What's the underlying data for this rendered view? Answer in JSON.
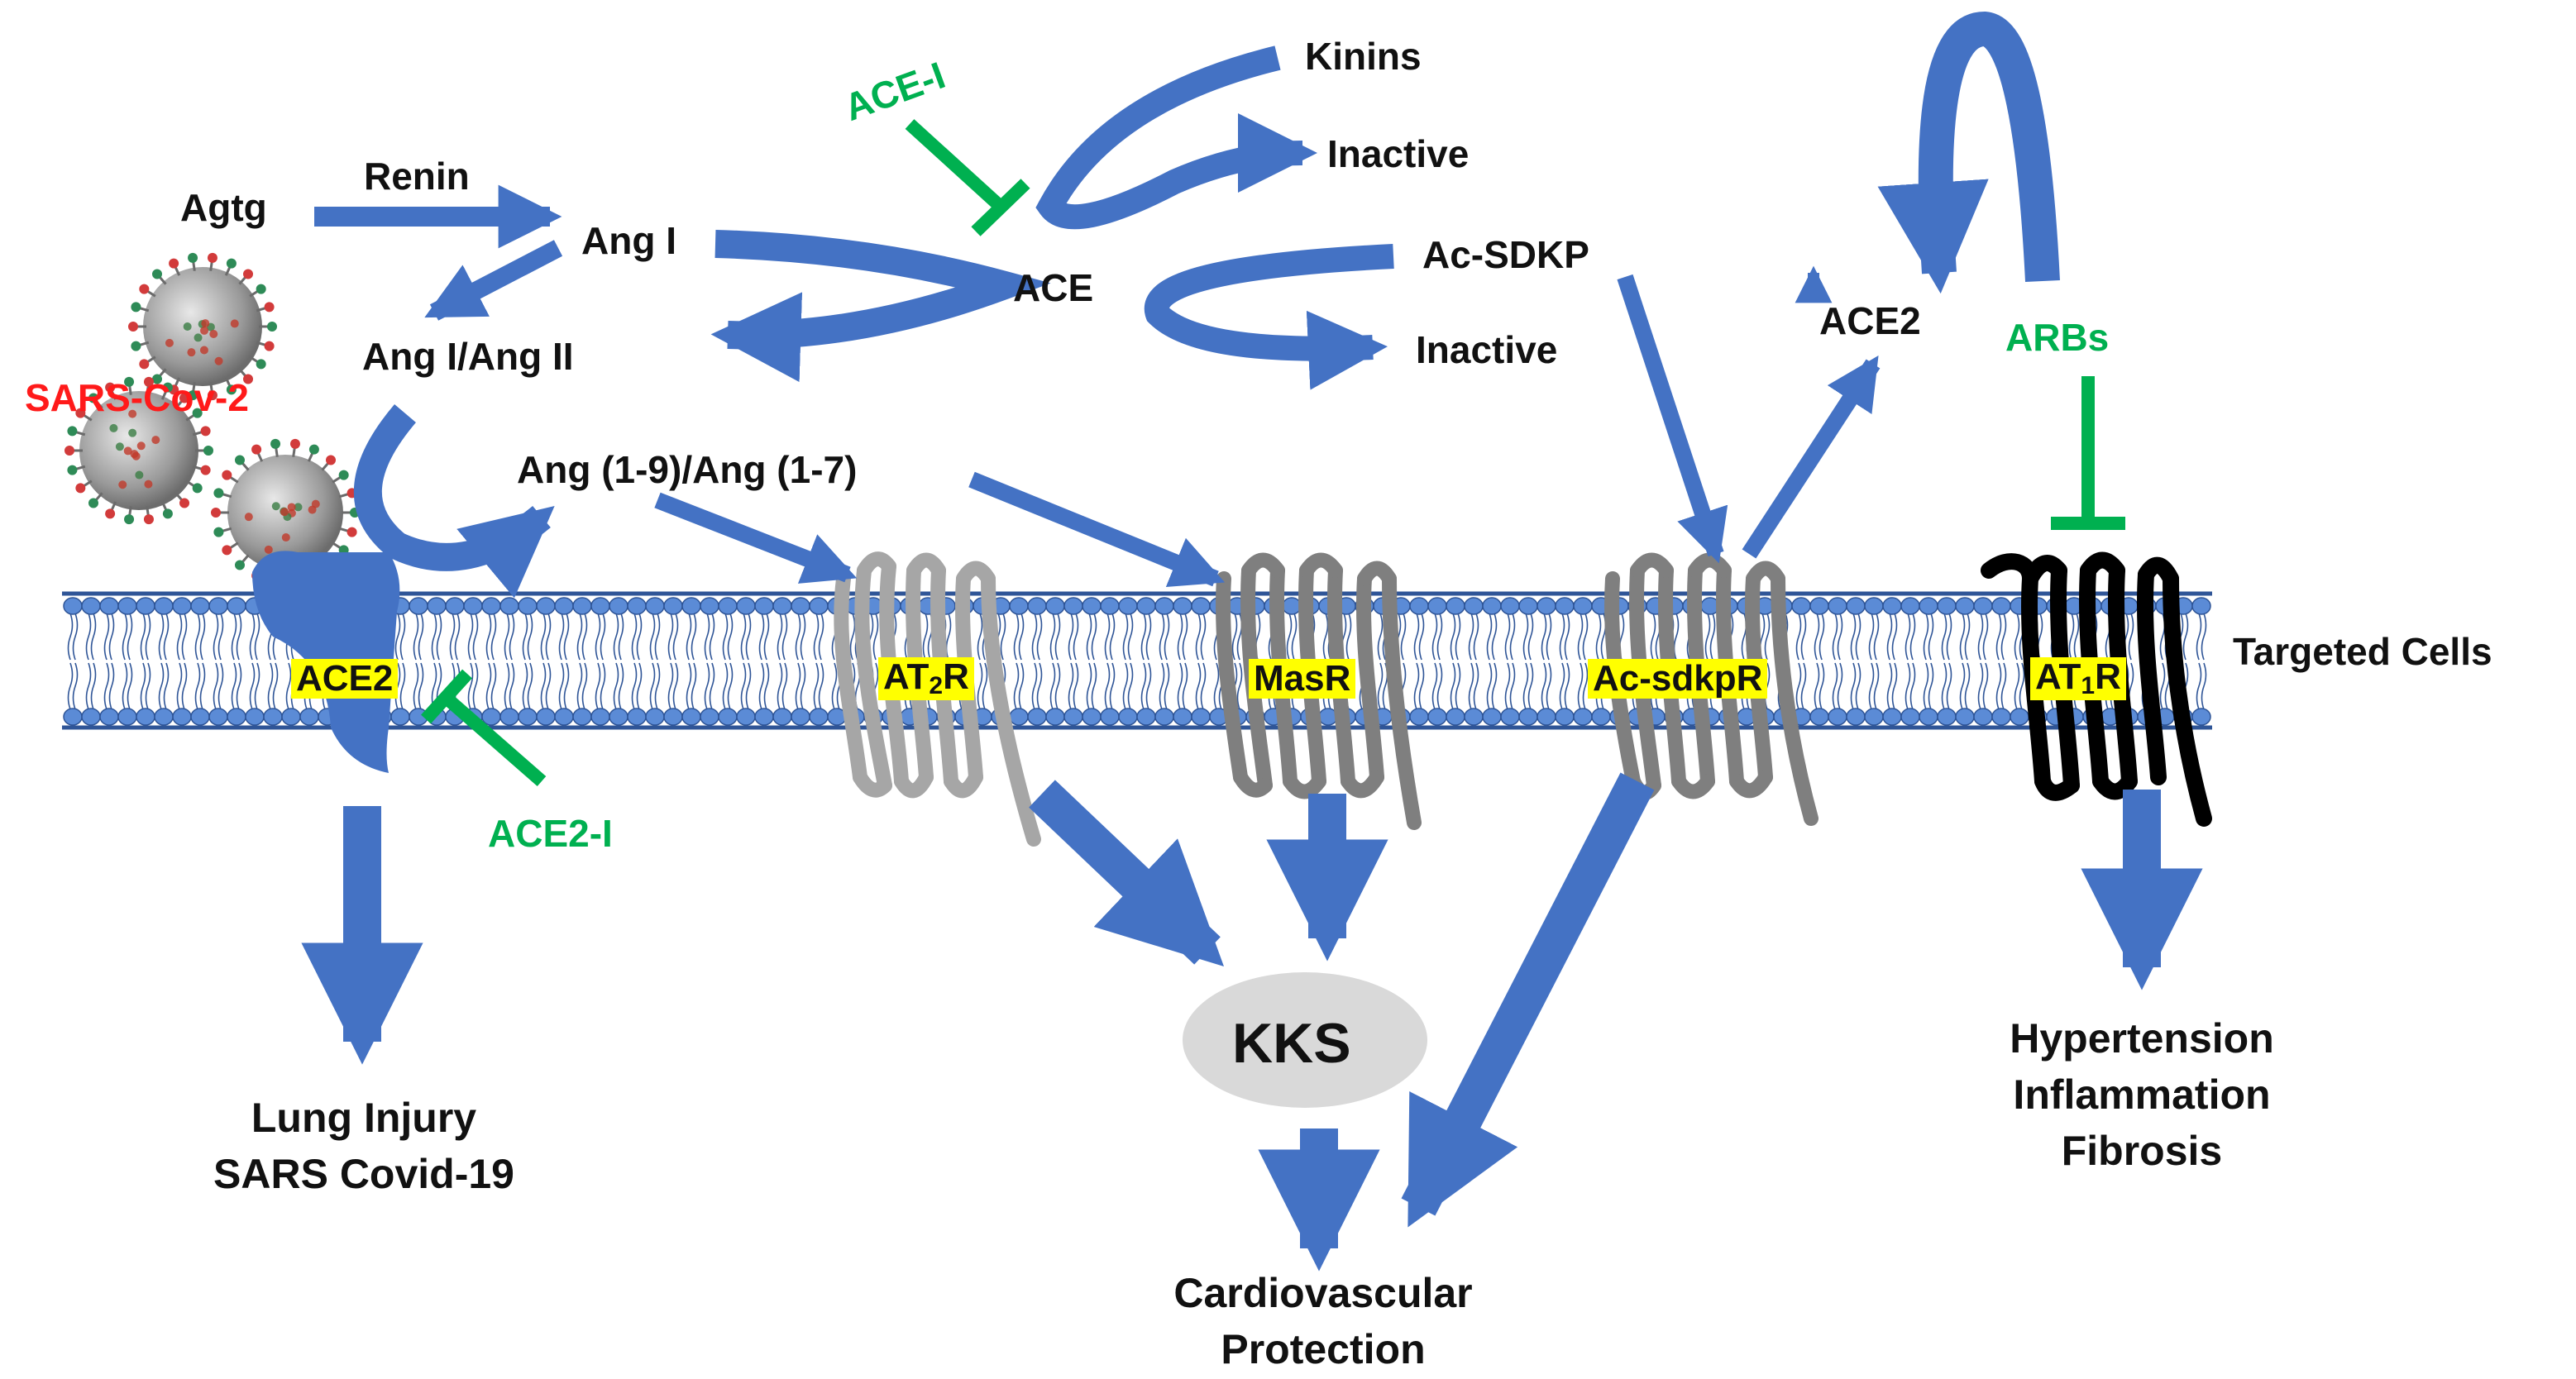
{
  "labels": {
    "agtg": "Agtg",
    "renin": "Renin",
    "ang_i": "Ang I",
    "ang_i_ang_ii": "Ang I/Ang II",
    "sars_cov_2": "SARS-Cov-2",
    "ang_19_17": "Ang (1-9)/Ang (1-7)",
    "ace": "ACE",
    "ace_i": "ACE-I",
    "kinins": "Kinins",
    "inactive_1": "Inactive",
    "ac_sdkp": "Ac-SDKP",
    "inactive_2": "Inactive",
    "ace2_upregulated": "ACE2",
    "arbs": "ARBs",
    "targeted_cells": "Targeted Cells",
    "ace2_inhibitor": "ACE2-I",
    "kks": "KKS"
  },
  "receptors": {
    "ace2": "ACE2",
    "at2r_main": "AT",
    "at2r_sub": "2",
    "at2r_end": "R",
    "masr": "MasR",
    "ac_sdkpr": "Ac-sdkpR",
    "at1r_main": "AT",
    "at1r_sub": "1",
    "at1r_end": "R"
  },
  "outcomes": {
    "lung_line1": "Lung Injury",
    "lung_line2": "SARS Covid-19",
    "cardio_line1": "Cardiovascular",
    "cardio_line2": "Protection",
    "ht_line1": "Hypertension",
    "ht_line2": "Inflammation",
    "ht_line3": "Fibrosis"
  },
  "colors": {
    "arrow_blue": "#4472c4",
    "inhibitor_green": "#00b050",
    "virus_red": "#ff1a1a",
    "receptor_highlight": "#ffff00",
    "kks_gray": "#d9d9d9"
  }
}
